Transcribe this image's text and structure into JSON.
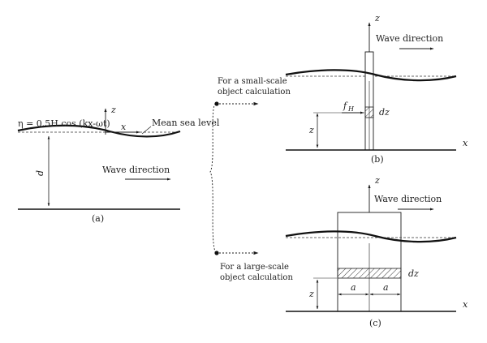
{
  "panel_a": {
    "equation": "η = 0.5H cos (kx-ωt)",
    "axis_z": "z",
    "axis_x": "x",
    "mean_sea_level": "Mean sea level",
    "depth": "d",
    "wave_direction": "Wave direction",
    "caption": "(a)"
  },
  "branch": {
    "small_line1": "For a small-scale",
    "small_line2": "object calculation",
    "large_line1": "For a large-scale",
    "large_line2": "object calculation"
  },
  "panel_b": {
    "axis_z": "z",
    "axis_x": "x",
    "wave_direction": "Wave direction",
    "force": "f",
    "force_sub": "H",
    "dz": "dz",
    "z_label": "z",
    "caption": "(b)"
  },
  "panel_c": {
    "axis_z": "z",
    "axis_x": "x",
    "wave_direction": "Wave direction",
    "dz": "dz",
    "z_label": "z",
    "half_width_left": "a",
    "half_width_right": "a",
    "caption": "(c)"
  }
}
